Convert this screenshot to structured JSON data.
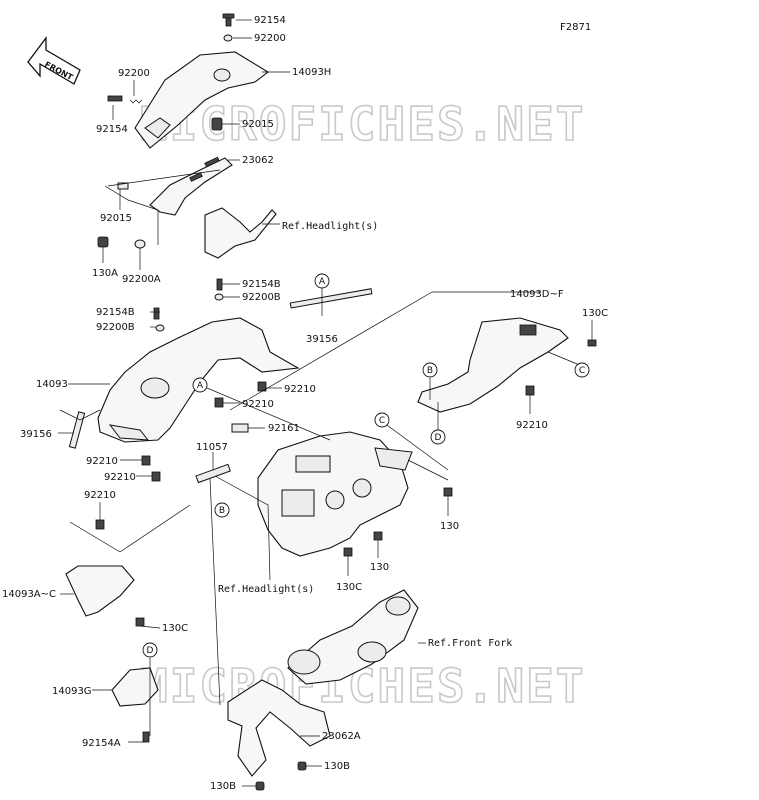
{
  "diagram_code": "F2871",
  "front_label": "FRONT",
  "watermark": "MICROFICHES.NET",
  "labels": {
    "p92154_top": "92154",
    "p92200_top": "92200",
    "p14093H": "14093H",
    "p92200_left": "92200",
    "p92154_left": "92154",
    "p92015_right": "92015",
    "p23062": "23062",
    "p92015_left": "92015",
    "ref_headlight_top": "Ref.Headlight(s)",
    "p130A": "130A",
    "p92200A": "92200A",
    "p92154B_center": "92154B",
    "p92200B_center": "92200B",
    "p92154B_left": "92154B",
    "p92200B_left": "92200B",
    "p39156_center": "39156",
    "p140930F": "14093D~F",
    "p130C_right": "130C",
    "p14093": "14093",
    "p92210_a": "92210",
    "p92210_b": "92210",
    "p39156_left": "39156",
    "p92161": "92161",
    "p11057": "11057",
    "p92210_c": "92210",
    "p92210_d": "92210",
    "p92210_e": "92210",
    "p92210_right": "92210",
    "p130_a": "130",
    "p130_b": "130",
    "p130C_mid": "130C",
    "ref_headlight_mid": "Ref.Headlight(s)",
    "p14093AC": "14093A~C",
    "p130C_left": "130C",
    "ref_front_fork": "Ref.Front Fork",
    "p14093G": "14093G",
    "p23062A": "23062A",
    "p92154A": "92154A",
    "p130B_right": "130B",
    "p130B_left": "130B"
  },
  "callouts": {
    "A": "A",
    "B": "B",
    "C": "C",
    "D": "D"
  }
}
